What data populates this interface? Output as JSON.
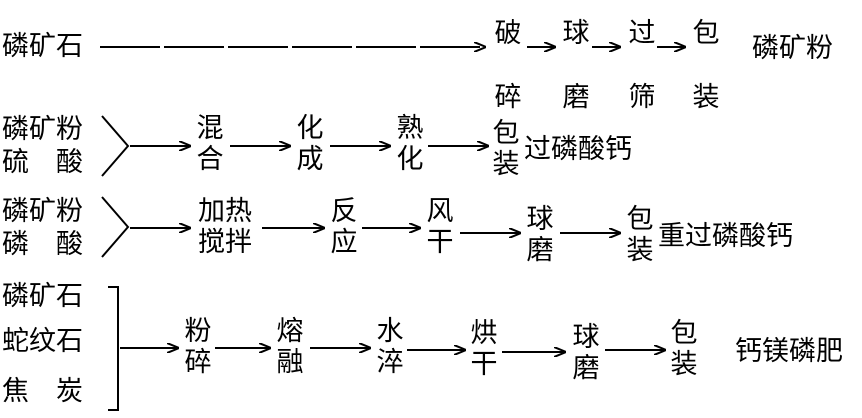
{
  "rows": [
    {
      "inputs": [
        "磷矿石"
      ],
      "steps": [
        [
          "破",
          "碎"
        ],
        [
          "球",
          "磨"
        ],
        [
          "过",
          "筛"
        ],
        [
          "包",
          "装"
        ]
      ],
      "product": "磷矿粉"
    },
    {
      "inputs": [
        "磷矿粉",
        "硫　酸"
      ],
      "steps": [
        [
          "混",
          "合"
        ],
        [
          "化",
          "成"
        ],
        [
          "熟",
          "化"
        ],
        [
          "包",
          "装"
        ]
      ],
      "product": "过磷酸钙"
    },
    {
      "inputs": [
        "磷矿粉",
        "磷　酸"
      ],
      "steps": [
        [
          "加热",
          "搅拌"
        ],
        [
          "反",
          "应"
        ],
        [
          "风",
          "干"
        ],
        [
          "球",
          "磨"
        ],
        [
          "包",
          "装"
        ]
      ],
      "product": "重过磷酸钙"
    },
    {
      "inputs": [
        "磷矿石",
        "蛇纹石",
        "焦　炭"
      ],
      "steps": [
        [
          "粉",
          "碎"
        ],
        [
          "熔",
          "融"
        ],
        [
          "水",
          "淬"
        ],
        [
          "烘",
          "干"
        ],
        [
          "球",
          "磨"
        ],
        [
          "包",
          "装"
        ]
      ],
      "product": "钙镁磷肥"
    }
  ]
}
